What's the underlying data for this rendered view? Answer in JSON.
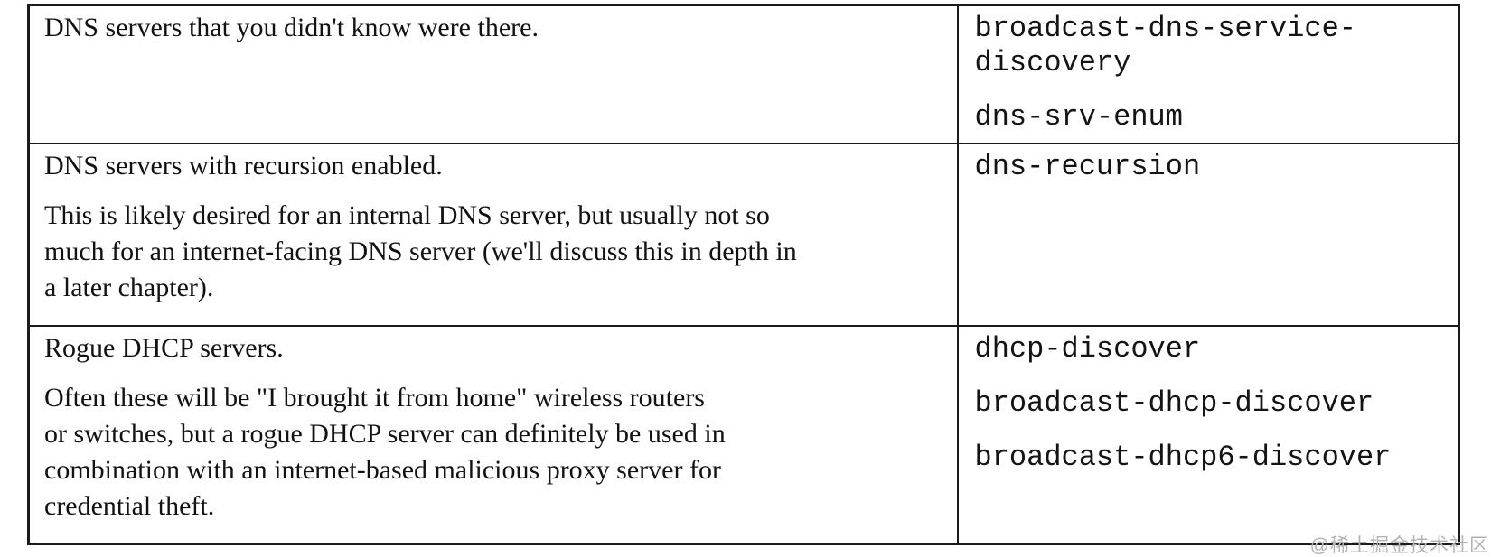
{
  "table": {
    "rows": [
      {
        "description": "DNS servers that you didn't know were there.",
        "detail": "",
        "scripts": [
          "broadcast-dns-service-discovery",
          "dns-srv-enum"
        ]
      },
      {
        "description": "DNS servers with recursion enabled.",
        "detail": "This is likely desired for an internal DNS server, but usually not so\nmuch for an internet-facing DNS server (we'll discuss this in depth in\na later chapter).",
        "scripts": [
          "dns-recursion"
        ]
      },
      {
        "description": "Rogue DHCP servers.",
        "detail": "Often these will be \"I brought it from home\" wireless routers\nor switches, but a rogue DHCP server can definitely be used in\ncombination with an internet-based malicious proxy server for\ncredential theft.",
        "scripts": [
          "dhcp-discover",
          "broadcast-dhcp-discover",
          "broadcast-dhcp6-discover"
        ]
      }
    ]
  },
  "watermark": {
    "text": "@稀土掘金技术社区"
  },
  "colors": {
    "border": "#1b1b1b",
    "text": "#121212",
    "watermark": "#b3b3b3",
    "background": "#ffffff"
  }
}
